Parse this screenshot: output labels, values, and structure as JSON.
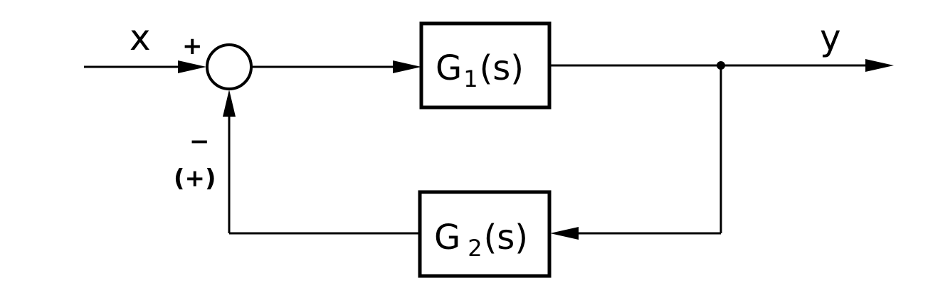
{
  "signals": {
    "input": "x",
    "output": "y"
  },
  "summing_junction": {
    "input_sign": "+",
    "feedback_sign": "−",
    "feedback_sign_alt": "(+)"
  },
  "blocks": {
    "forward": {
      "prefix": "G",
      "subscript": "1",
      "suffix": "(s)"
    },
    "feedback": {
      "prefix": "G",
      "subscript": "2",
      "suffix": "(s)"
    }
  },
  "colors": {
    "ink": "#000000",
    "background": "#ffffff"
  }
}
